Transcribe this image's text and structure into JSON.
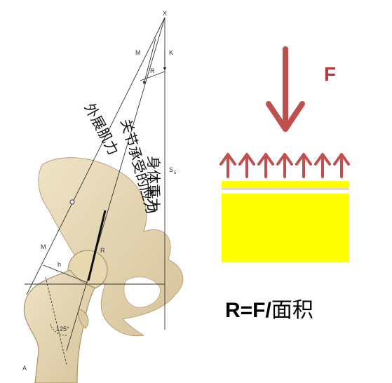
{
  "left_diagram": {
    "point_labels": {
      "x": "X",
      "m_top": "M",
      "k": "K",
      "r_top": "R",
      "s": "S",
      "s_sub": "5",
      "m_bottom": "M",
      "r_bottom": "R",
      "h": "h",
      "angle": "125°",
      "a": "A"
    },
    "force_labels": {
      "abductor": "外展肌力",
      "joint_load": "关节承受的应力",
      "body_weight": "身体重力"
    }
  },
  "right_diagram": {
    "force_label": "F",
    "arrow_color": "#c0504d",
    "block_color": "#ffff00",
    "upward_arrow_count": 7,
    "formula": {
      "lhs": "R=F/",
      "rhs": "面积"
    }
  }
}
